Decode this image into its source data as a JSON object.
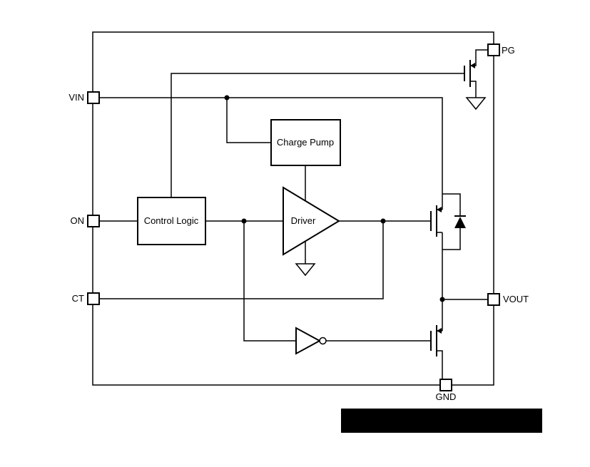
{
  "diagram": {
    "pins": {
      "vin": "VIN",
      "on": "ON",
      "ct": "CT",
      "pg": "PG",
      "vout": "VOUT",
      "gnd": "GND"
    },
    "blocks": {
      "charge_pump": "Charge Pump",
      "control_logic": "Control Logic",
      "driver": "Driver"
    },
    "colors": {
      "line": "#000000",
      "background": "#ffffff",
      "redaction_bar": "#000000"
    }
  }
}
